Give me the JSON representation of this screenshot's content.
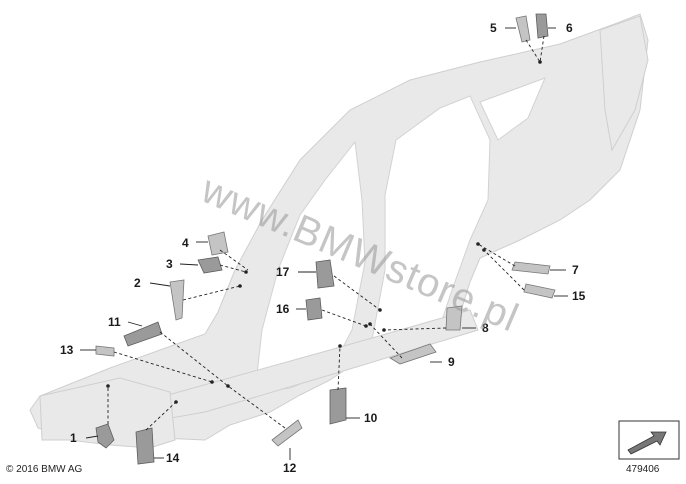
{
  "diagram": {
    "callouts": [
      "1",
      "2",
      "3",
      "4",
      "5",
      "6",
      "7",
      "8",
      "9",
      "10",
      "11",
      "12",
      "13",
      "14",
      "15",
      "16",
      "17"
    ],
    "copyright": "© 2016 BMW AG",
    "diagram_id": "479406",
    "watermark": "www.BMWstore.pl"
  },
  "icons": {
    "navigation": "arrow-navigation-icon"
  }
}
